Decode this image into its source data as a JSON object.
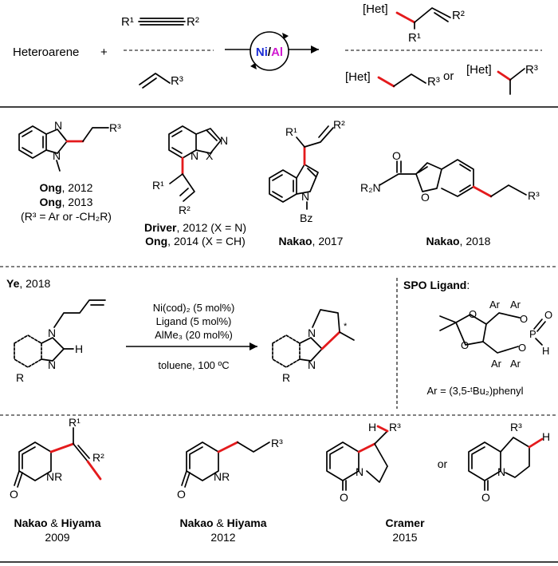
{
  "section_top": {
    "heteroarene_label": "Heteroarene",
    "plus": "+",
    "r1": "R¹",
    "r2": "R²",
    "r3": "R³",
    "catalyst_ni": "Ni",
    "catalyst_slash": "/",
    "catalyst_al": "Al",
    "het": "[Het]",
    "or": "or",
    "colors": {
      "ni": "#1a2bd6",
      "al": "#d11ad1",
      "red_bond": "#e41a1c"
    }
  },
  "section_examples": [
    {
      "author": "Ong",
      "year": ", 2012"
    },
    {
      "author": "Ong",
      "year": ", 2013"
    },
    {
      "note": "(R³ = Ar or -CH₂R)"
    },
    {
      "author": "Driver",
      "year": ", 2012 (X = N)"
    },
    {
      "author": "Ong",
      "year": ", 2014 (X = CH)"
    },
    {
      "author": "Nakao",
      "year": ", 2017"
    },
    {
      "author": "Nakao",
      "year": ", 2018"
    }
  ],
  "atom_labels": {
    "N": "N",
    "X": "X",
    "O": "O",
    "R2N": "R₂N",
    "Bz": "Bz",
    "H": "H",
    "P": "P",
    "R": "R",
    "NR": "NR",
    "star": "*"
  },
  "section_ye": {
    "author": "Ye",
    "year": ", 2018",
    "conditions": [
      "Ni(cod)₂ (5 mol%)",
      "Ligand (5 mol%)",
      "AlMe₃ (20 mol%)"
    ],
    "solvent": "toluene, 100 ºC",
    "spo_title": "SPO Ligand",
    "spo_colon": ":",
    "ar_def": "Ar = (3,5-ᵗBu₂)phenyl",
    "ar": "Ar"
  },
  "section_bottom": [
    {
      "author1": "Nakao",
      "amp": " & ",
      "author2": "Hiyama",
      "year": "2009"
    },
    {
      "author1": "Nakao",
      "amp": " & ",
      "author2": "Hiyama",
      "year": "2012"
    },
    {
      "author1": "Cramer",
      "year": "2015"
    }
  ],
  "bottom_or": "or"
}
